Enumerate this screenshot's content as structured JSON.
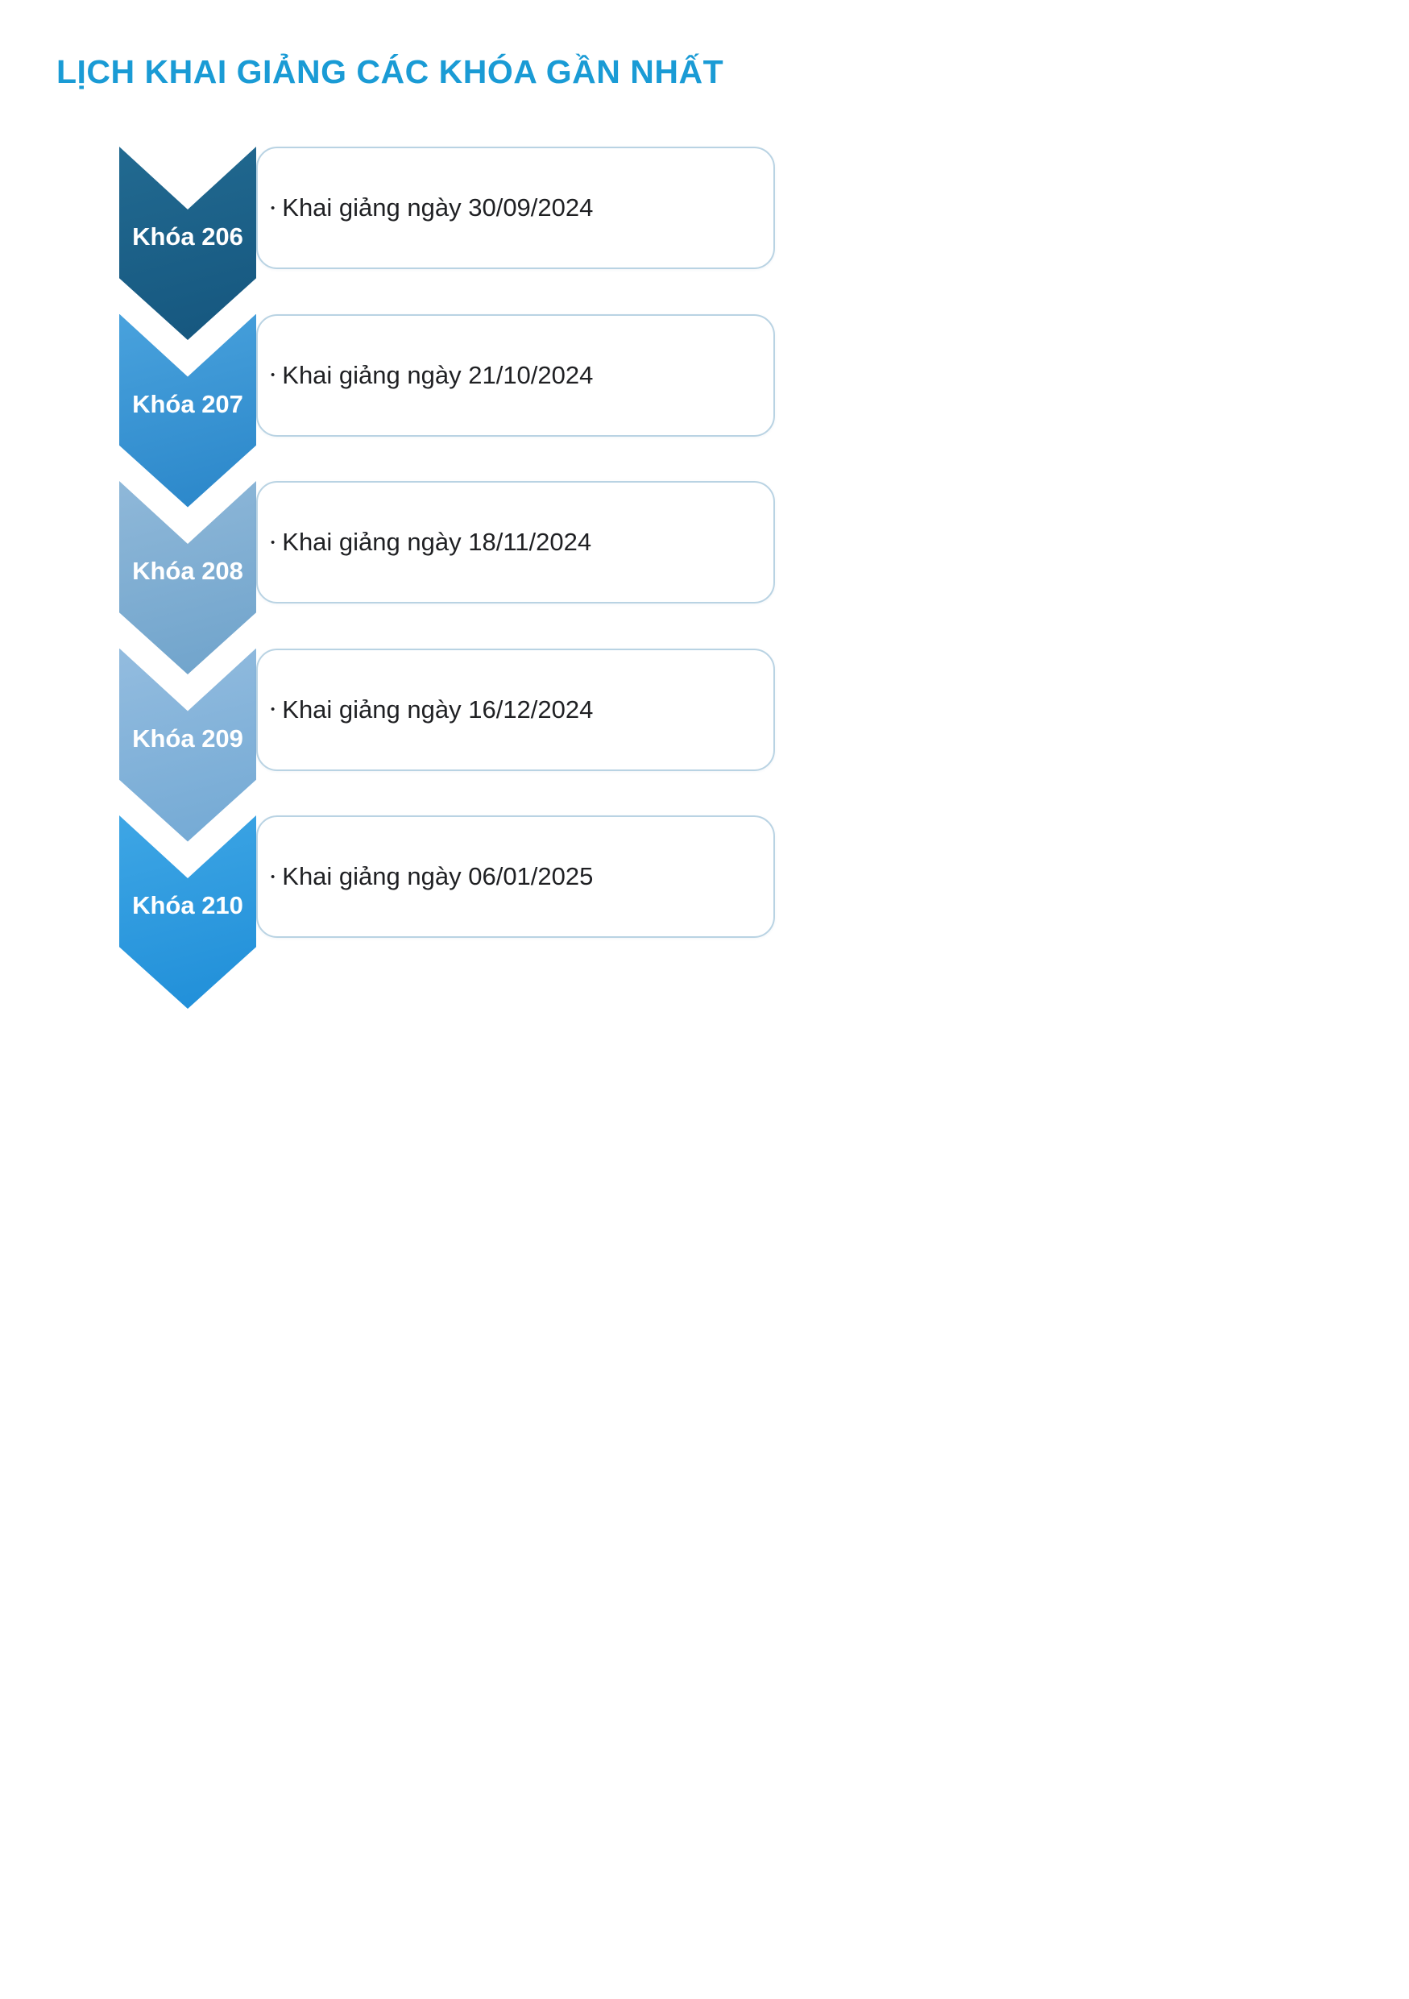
{
  "page": {
    "title": "LỊCH KHAI GIẢNG CÁC KHÓA GẦN NHẤT",
    "bullet": "•"
  },
  "colors": {
    "title": "#1a9bd5",
    "box_border": "#b9d3e3",
    "box_text": "#1f2023",
    "label_text": "#ffffff"
  },
  "items": [
    {
      "label": "Khóa 206",
      "text": "Khai giảng ngày 30/09/2024",
      "color_top": "#226a91",
      "color_bottom": "#15567e"
    },
    {
      "label": "Khóa 207",
      "text": "Khai giảng ngày 21/10/2024",
      "color_top": "#49a2dd",
      "color_bottom": "#2a86c9"
    },
    {
      "label": "Khóa 208",
      "text": "Khai giảng ngày 18/11/2024",
      "color_top": "#8fb8d9",
      "color_bottom": "#6fa3cb"
    },
    {
      "label": "Khóa 209",
      "text": "Khai giảng ngày 16/12/2024",
      "color_top": "#93bcdf",
      "color_bottom": "#73a9d4"
    },
    {
      "label": "Khóa 210",
      "text": "Khai giảng ngày 06/01/2025",
      "color_top": "#3ea6e5",
      "color_bottom": "#1f8ed8"
    }
  ]
}
